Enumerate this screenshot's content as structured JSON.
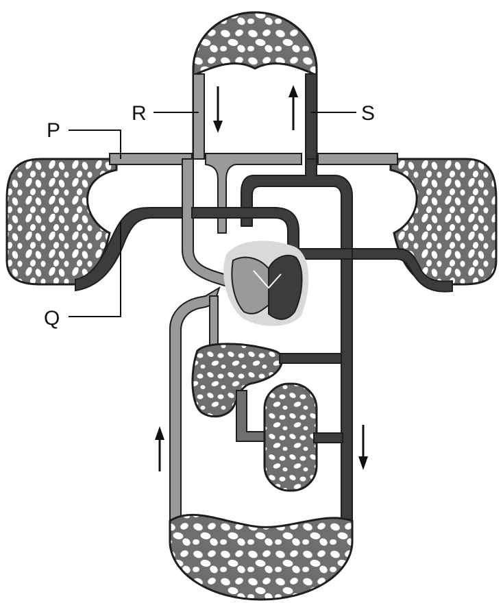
{
  "labels": {
    "p": "P",
    "q": "Q",
    "r": "R",
    "s": "S"
  },
  "colors": {
    "oxygenated_vessel": "#9a9a9a",
    "deoxygenated_vessel": "#3c3c3c",
    "capillary_bed": "#6e6e6e",
    "vessel_outline": "#1e1e1e",
    "heart_background": "#d9d9d9",
    "background": "#ffffff"
  },
  "icons": {
    "flow_arrow": "flow-direction-arrow"
  }
}
